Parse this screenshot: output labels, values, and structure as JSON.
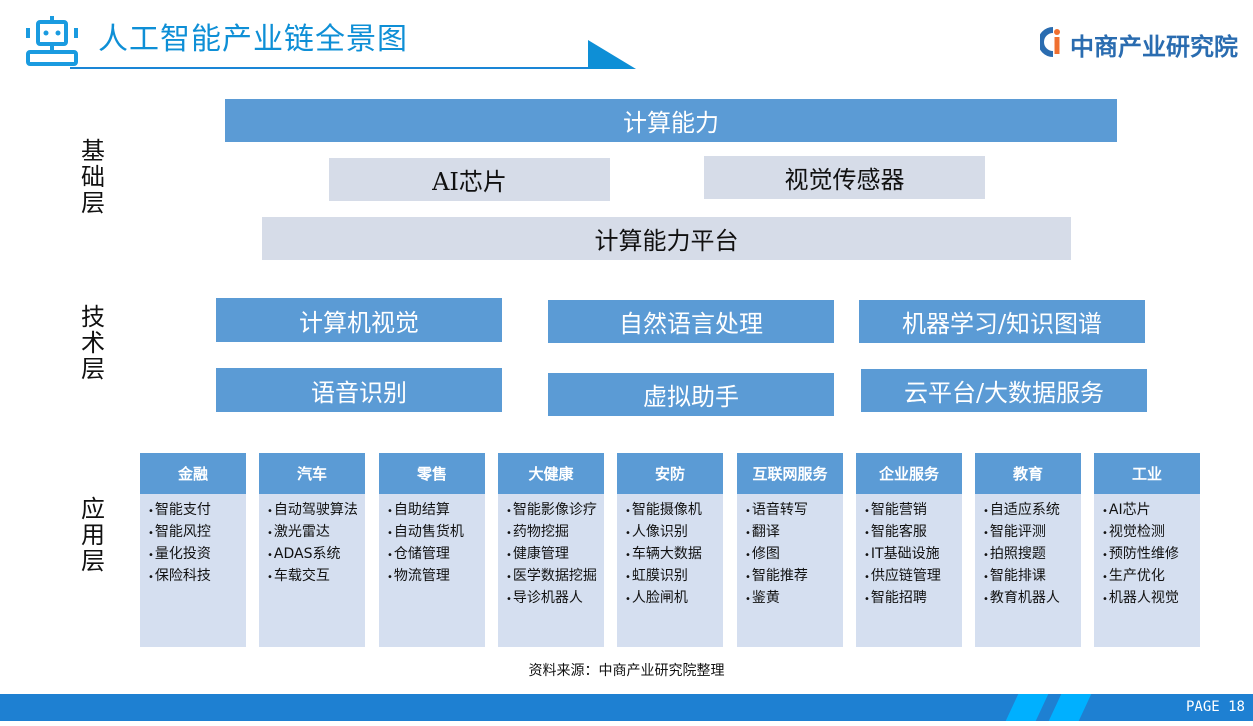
{
  "header": {
    "title": "人工智能产业链全景图",
    "icon": "robot-icon",
    "logo_text": "中商产业研究院",
    "accent_color": "#0e8fd6"
  },
  "layers": {
    "foundation": {
      "label": "基础层",
      "label_chars": [
        "基",
        "础",
        "层"
      ],
      "boxes": {
        "compute": "计算能力",
        "ai_chip": "AI芯片",
        "vision_sensor": "视觉传感器",
        "compute_platform": "计算能力平台"
      }
    },
    "technology": {
      "label": "技术层",
      "label_chars": [
        "技",
        "术",
        "层"
      ],
      "boxes": {
        "computer_vision": "计算机视觉",
        "nlp": "自然语言处理",
        "ml_kg": "机器学习/知识图谱",
        "speech": "语音识别",
        "assistant": "虚拟助手",
        "cloud_bigdata": "云平台/大数据服务"
      }
    },
    "application": {
      "label": "应用层",
      "label_chars": [
        "应",
        "用",
        "层"
      ],
      "columns": [
        {
          "title": "金融",
          "items": [
            "智能支付",
            "智能风控",
            "量化投资",
            "保险科技"
          ]
        },
        {
          "title": "汽车",
          "items": [
            "自动驾驶算法",
            "激光雷达",
            "ADAS系统",
            "车载交互"
          ]
        },
        {
          "title": "零售",
          "items": [
            "自助结算",
            "自动售货机",
            "仓储管理",
            "物流管理"
          ]
        },
        {
          "title": "大健康",
          "items": [
            "智能影像诊疗",
            "药物挖掘",
            "健康管理",
            "医学数据挖掘",
            "导诊机器人"
          ]
        },
        {
          "title": "安防",
          "items": [
            "智能摄像机",
            "人像识别",
            "车辆大数据",
            "虹膜识别",
            "人脸闸机"
          ]
        },
        {
          "title": "互联网服务",
          "items": [
            "语音转写",
            "翻译",
            "修图",
            "智能推荐",
            "鉴黄"
          ]
        },
        {
          "title": "企业服务",
          "items": [
            "智能营销",
            "智能客服",
            "IT基础设施",
            "供应链管理",
            "智能招聘"
          ]
        },
        {
          "title": "教育",
          "items": [
            "自适应系统",
            "智能评测",
            "拍照搜题",
            "智能排课",
            "教育机器人"
          ]
        },
        {
          "title": "工业",
          "items": [
            "AI芯片",
            "视觉检测",
            "预防性维修",
            "生产优化",
            "机器人视觉"
          ]
        }
      ]
    }
  },
  "footer": {
    "source": "资料来源：中商产业研究院整理",
    "page": "PAGE 18",
    "bar_color": "#1e80d2"
  },
  "colors": {
    "dark_box": "#5b9bd5",
    "light_box": "#d6dce8",
    "column_body": "#d5dff0"
  }
}
